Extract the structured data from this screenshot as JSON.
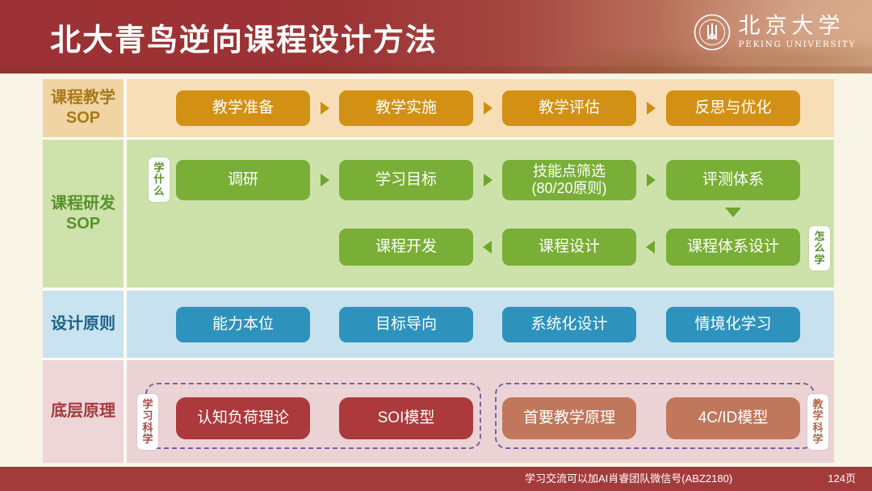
{
  "header": {
    "title": "北大青鸟逆向课程设计方法",
    "logo_cn": "北京大学",
    "logo_en": "PEKING UNIVERSITY"
  },
  "rows": {
    "teaching": {
      "label1": "课程教学",
      "label2": "SOP",
      "boxes": [
        "教学准备",
        "教学实施",
        "教学评估",
        "反思与优化"
      ]
    },
    "dev": {
      "label1": "课程研发",
      "label2": "SOP",
      "tag_what": "学什么",
      "tag_how": "怎么学",
      "line1": [
        "调研",
        "学习目标"
      ],
      "skill1": "技能点筛选",
      "skill2": "(80/20原则)",
      "line1_last": "评测体系",
      "line2": [
        "课程开发",
        "课程设计",
        "课程体系设计"
      ]
    },
    "principles": {
      "label": "设计原则",
      "boxes": [
        "能力本位",
        "目标导向",
        "系统化设计",
        "情境化学习"
      ]
    },
    "foundations": {
      "label": "底层原理",
      "tag_learning": "学习科学",
      "tag_teaching": "教学科学",
      "group1_boxes": [
        "认知负荷理论",
        "SOI模型"
      ],
      "group2_boxes": [
        "首要教学原理",
        "4C/ID模型"
      ]
    }
  },
  "footer": {
    "note": "学习交流可以加AI肖睿团队微信号(ABZ2180)",
    "page": "124页"
  },
  "colors": {
    "header_red": "#9c3134",
    "slide_cream": "#f8f4e6",
    "row1_orange_box": "#d29114",
    "row1_bg": "#f8deb7",
    "row2_green_box": "#79af36",
    "row2_bg": "#cde2aa",
    "row3_blue_box": "#2d93bd",
    "row3_bg": "#c8e1ee",
    "row4_dark_red_box": "#ac393b",
    "row4_terracotta_box": "#c1775b",
    "row4_bg": "#ebd3d5",
    "dash_purple": "#7b5fa0",
    "footer_red": "#a43b3b"
  }
}
